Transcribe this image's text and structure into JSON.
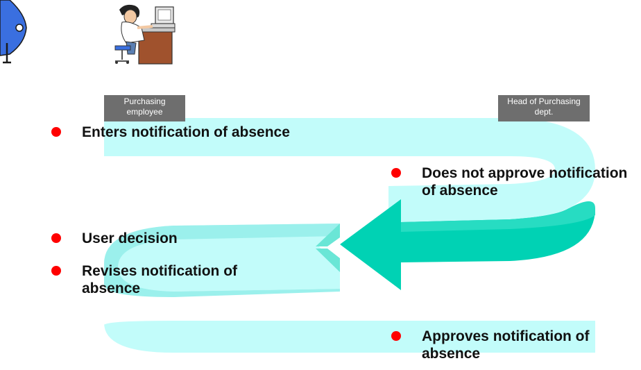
{
  "roles": {
    "employee": "Purchasing employee",
    "head": "Head of Purchasing dept."
  },
  "steps": {
    "enters": "Enters notification of absence",
    "not_approve": "Does not approve notification of absence",
    "user_decision": "User decision",
    "revises": "Revises notification of absence",
    "approves": "Approves notification of absence"
  },
  "colors": {
    "band_light": "#c2fcfa",
    "band_dark": "#00d2b4",
    "band_mid": "#6ae6d6",
    "bullet": "#ff0000",
    "label_bg": "#6e6e6e"
  },
  "icons": {
    "left": "person-at-desk-icon",
    "partial": "partial-person-icon"
  }
}
